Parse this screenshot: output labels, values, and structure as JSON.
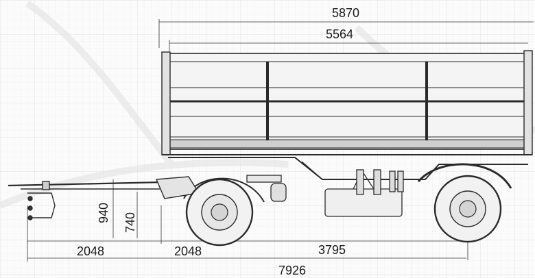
{
  "dimensions": {
    "overall_width": "5870",
    "body_length": "5564",
    "height_940": "940",
    "height_740": "740",
    "drawbar": "2048",
    "front_axle_offset": "2048",
    "wheelbase": "3795",
    "overall_length": "7926"
  },
  "colors": {
    "line": "#2a2a2a",
    "grid": "#e3e6ea",
    "wheel": "#f2f2f2",
    "background": "#fbfbfb"
  }
}
